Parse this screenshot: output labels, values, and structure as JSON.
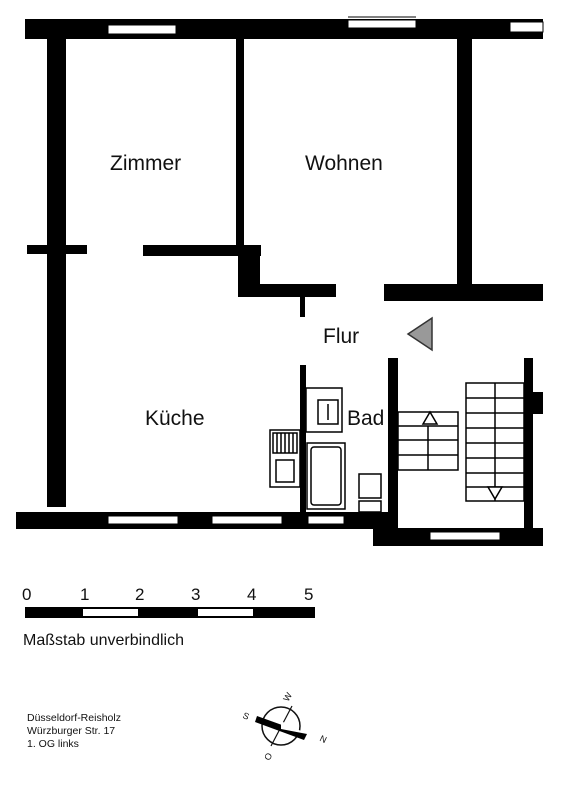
{
  "rooms": {
    "zimmer": "Zimmer",
    "wohnen": "Wohnen",
    "flur": "Flur",
    "kueche": "Küche",
    "bad": "Bad"
  },
  "scale": {
    "ticks": [
      "0",
      "1",
      "2",
      "3",
      "4",
      "5"
    ],
    "note": "Maßstab unverbindlich"
  },
  "address": {
    "line1": "Düsseldorf-Reisholz",
    "line2": "Würzburger Str. 17",
    "line3": "1. OG links"
  },
  "compass": {
    "w": "W",
    "n": "N",
    "s": "S",
    "o": "O"
  }
}
